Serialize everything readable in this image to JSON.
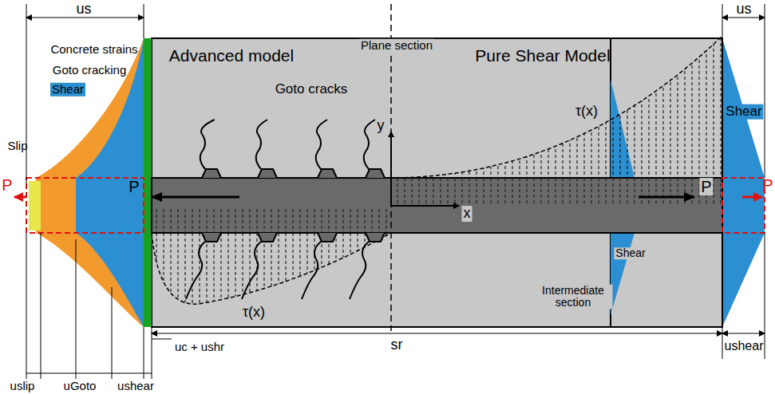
{
  "diagram": {
    "labels": [
      "us",
      "us",
      "Advanced model",
      "Plane section",
      "Pure Shear Model",
      "Concrete strains",
      "Goto cracking",
      "Shear",
      "Goto cracks",
      "y",
      "τ(x)",
      "Slip",
      "P",
      "P",
      "x",
      "P",
      "P",
      "τ(x)",
      "Intermediate section",
      "Shear",
      "Shear",
      "uc + ushr",
      "sr",
      "ushear",
      "uslip",
      "uGoto",
      "ushear"
    ]
  }
}
